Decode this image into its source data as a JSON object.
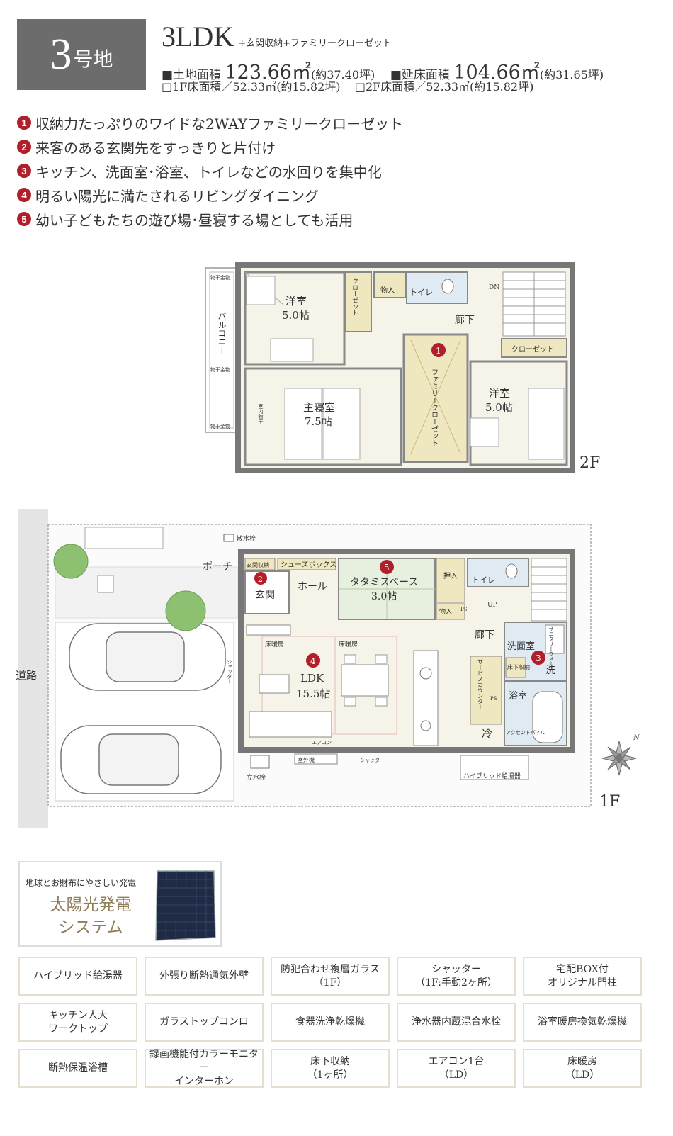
{
  "header": {
    "lot_number": "3",
    "lot_suffix": "号地",
    "layout": "3LDK",
    "layout_extra": "+玄関収納+ファミリークローゼット",
    "land_label": "■土地面積",
    "land_area": "123.66㎡",
    "land_tsubo": "(約37.40坪)",
    "floor_label": "■延床面積",
    "floor_area": "104.66㎡",
    "floor_tsubo": "(約31.65坪)",
    "f1_area": "□1F床面積／52.33㎡(約15.82坪)",
    "f2_area": "□2F床面積／52.33㎡(約15.82坪)"
  },
  "features": [
    {
      "num": "1",
      "text": "収納力たっぷりのワイドな2WAYファミリークローゼット"
    },
    {
      "num": "2",
      "text": "来客のある玄関先をすっきりと片付け"
    },
    {
      "num": "3",
      "text": "キッチン、洗面室･浴室、トイレなどの水回りを集中化"
    },
    {
      "num": "4",
      "text": "明るい陽光に満たされるリビングダイニング"
    },
    {
      "num": "5",
      "text": "幼い子どもたちの遊び場･昼寝する場としても活用"
    }
  ],
  "plan2f": {
    "floor_label": "2F",
    "balcony": "バルコニー",
    "hanger1": "物干金物",
    "hanger2": "物干金物",
    "hanger3": "物干金物",
    "indoor_dry": "室内物干",
    "room1_name": "洋室",
    "room1_size": "5.0帖",
    "closet_v": "クローゼット",
    "storage": "物入",
    "toilet": "トイレ",
    "dn": "DN",
    "hall": "廊下",
    "family_closet": "ファミリークローゼット",
    "closet_h": "クローゼット",
    "master_name": "主寝室",
    "master_size": "7.5帖",
    "room2_name": "洋室",
    "room2_size": "5.0帖",
    "marker": "1"
  },
  "plan1f": {
    "floor_label": "1F",
    "road": "道路",
    "sprinkler": "散水栓",
    "porch": "ポーチ",
    "entry_storage": "玄関収納",
    "shoe_box": "シューズボックス",
    "entrance": "玄関",
    "hole": "ホール",
    "tatami_name": "タタミスペース",
    "tatami_size": "3.0帖",
    "oshiire": "押入",
    "storage": "物入",
    "ps1": "PS",
    "toilet": "トイレ",
    "up": "UP",
    "hall": "廊下",
    "sanitary": "サニタリーウォール",
    "washroom": "洗面室",
    "underfloor": "床下収納",
    "wash": "洗",
    "service_counter": "サービスカウンター",
    "bath": "浴室",
    "ps2": "PS",
    "fridge": "冷",
    "accent_panel": "アクセントパネル",
    "floor_heat1": "床暖房",
    "floor_heat2": "床暖房",
    "ldk_name": "LDK",
    "ldk_size": "15.5帖",
    "shutter_v": "シャッター",
    "aircon": "エアコン",
    "outdoor_unit": "室外機",
    "shutter_h": "シャッター",
    "hybrid": "ハイブリッド給湯器",
    "standing_faucet": "立水栓",
    "marker2": "2",
    "marker3": "3",
    "marker4": "4",
    "marker5": "5",
    "north": "N"
  },
  "solar": {
    "tag": "地球とお財布にやさしい発電",
    "name_line1": "太陽光発電",
    "name_line2": "システム"
  },
  "options": [
    "ハイブリッド給湯器",
    "外張り断熱通気外壁",
    "防犯合わせ複層ガラス\n（1F）",
    "シャッター\n（1F:手動2ヶ所）",
    "宅配BOX付\nオリジナル門柱",
    "キッチン人大\nワークトップ",
    "ガラストップコンロ",
    "食器洗浄乾燥機",
    "浄水器内蔵混合水栓",
    "浴室暖房換気乾燥機",
    "断熱保温浴槽",
    "録画機能付カラーモニター\nインターホン",
    "床下収納\n（1ヶ所）",
    "エアコン1台\n（LD）",
    "床暖房\n（LD）"
  ]
}
